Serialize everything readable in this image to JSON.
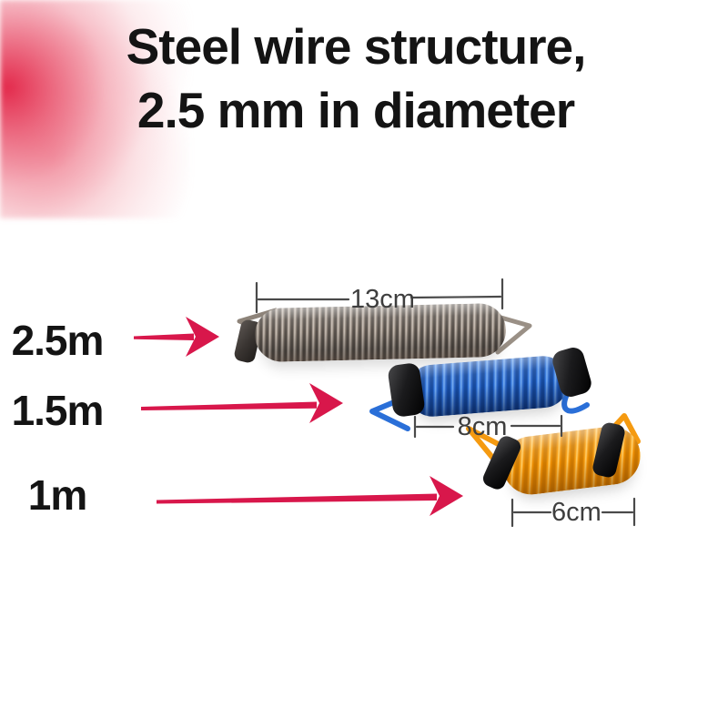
{
  "title": {
    "line1": "Steel wire structure,",
    "line2": "2.5 mm in diameter"
  },
  "products": [
    {
      "name": "gray-spring-cable",
      "length_label": "2.5m",
      "size_label": "13cm",
      "coil_color": "#8d8278"
    },
    {
      "name": "blue-spring-cable",
      "length_label": "1.5m",
      "size_label": "8cm",
      "coil_color": "#2a6fd8"
    },
    {
      "name": "orange-spring-cable",
      "length_label": "1m",
      "size_label": "6cm",
      "coil_color": "#f79a0c"
    }
  ],
  "colors": {
    "background": "#ffffff",
    "title_text": "#141414",
    "label_text": "#141414",
    "dimension_text": "#3e3e3e",
    "arrow_red": "#d8174b",
    "blob_red": "#e11c40",
    "cap_black": "#161616"
  }
}
